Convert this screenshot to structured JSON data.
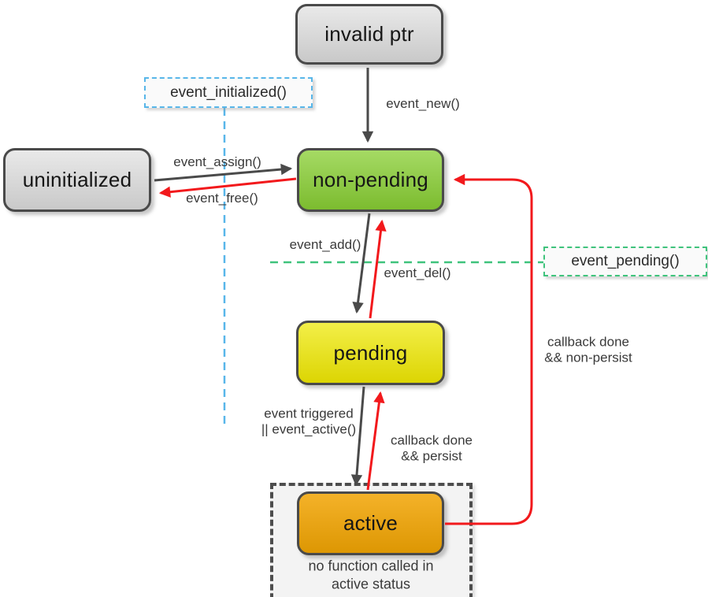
{
  "states": {
    "invalid_ptr": {
      "label": "invalid ptr"
    },
    "uninitialized": {
      "label": "uninitialized"
    },
    "non_pending": {
      "label": "non-pending"
    },
    "pending": {
      "label": "pending"
    },
    "active": {
      "label": "active"
    }
  },
  "callouts": {
    "event_initialized": {
      "label": "event_initialized()"
    },
    "event_pending": {
      "label": "event_pending()"
    }
  },
  "transitions": {
    "event_new": {
      "label": "event_new()"
    },
    "event_assign": {
      "label": "event_assign()"
    },
    "event_free": {
      "label": "event_free()"
    },
    "event_add": {
      "label": "event_add()"
    },
    "event_del": {
      "label": "event_del()"
    },
    "event_triggered": {
      "label": "event triggered\n|| event_active()"
    },
    "callback_persist": {
      "label": "callback done\n&& persist"
    },
    "callback_non_persist": {
      "label": "callback done\n&& non-persist"
    }
  },
  "notes": {
    "active_note": {
      "label": "no function called in\nactive status"
    }
  },
  "colors": {
    "state_gray": "#d9d9d9",
    "state_green": "#8cc63f",
    "state_yellow": "#e8e32a",
    "state_orange": "#eda712",
    "border_dark": "#4a4a4a",
    "arrow_black": "#4a4a4a",
    "arrow_red": "#f2191c",
    "guide_blue": "#58b6e9",
    "guide_green": "#3fc37c"
  }
}
